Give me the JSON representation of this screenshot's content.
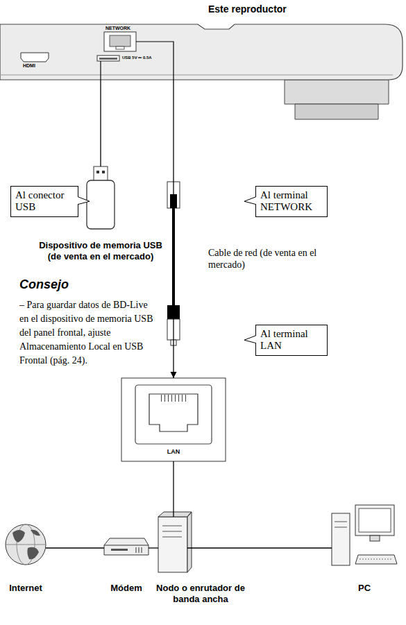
{
  "diagram": {
    "nodes": [
      {
        "text": [
          "Este reproductor"
        ]
      },
      {
        "text": [
          "Al conector USB"
        ]
      },
      {
        "text": [
          "Dispositivo de memoria USB (de venta en el mercado)"
        ]
      },
      {
        "text": [
          "Al terminal NETWORK"
        ]
      },
      {
        "text": [
          "Al terminal LAN"
        ]
      },
      {
        "text": [
          "LAN"
        ]
      },
      {
        "text": [
          "Internet"
        ]
      },
      {
        "text": [
          "Módem"
        ]
      },
      {
        "text": [
          "Nodo o enrutador de banda ancha"
        ]
      },
      {
        "text": [
          "PC"
        ]
      }
    ],
    "edges": [
      {
        "from": 0,
        "to": 2,
        "arrow": "none"
      },
      {
        "from": 0,
        "to": 5,
        "arrow": "to",
        "label": "Cable de red (de venta en el mercado)"
      },
      {
        "from": 6,
        "to": 7,
        "arrow": "none"
      },
      {
        "from": 7,
        "to": 8,
        "arrow": "none"
      },
      {
        "from": 5,
        "to": 8,
        "arrow": "none"
      },
      {
        "from": 8,
        "to": 9,
        "arrow": "none"
      }
    ],
    "labels": [
      "HDMI",
      "NETWORK",
      "USB 5V ⎓ 0.5A",
      "Consejo",
      "– Para guardar datos de BD-Live en el dispositivo de memoria USB del panel frontal, ajuste Almacenamiento Local en USB Frontal (pág. 24)."
    ]
  }
}
